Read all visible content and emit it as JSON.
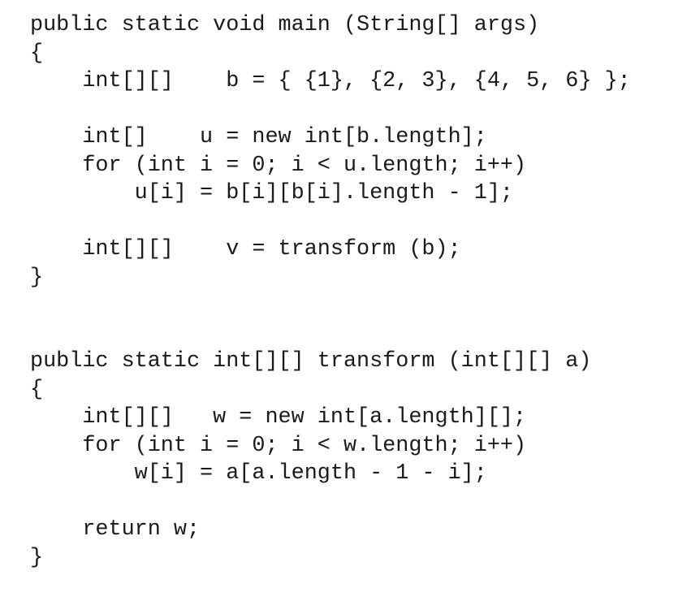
{
  "code": {
    "language": "java",
    "lines": [
      "public static void main (String[] args)",
      "{",
      "    int[][]    b = { {1}, {2, 3}, {4, 5, 6} };",
      "",
      "    int[]    u = new int[b.length];",
      "    for (int i = 0; i < u.length; i++)",
      "        u[i] = b[i][b[i].length - 1];",
      "",
      "    int[][]    v = transform (b);",
      "}",
      "",
      "",
      "public static int[][] transform (int[][] a)",
      "{",
      "    int[][]   w = new int[a.length][];",
      "    for (int i = 0; i < w.length; i++)",
      "        w[i] = a[a.length - 1 - i];",
      "",
      "    return w;",
      "}"
    ]
  }
}
